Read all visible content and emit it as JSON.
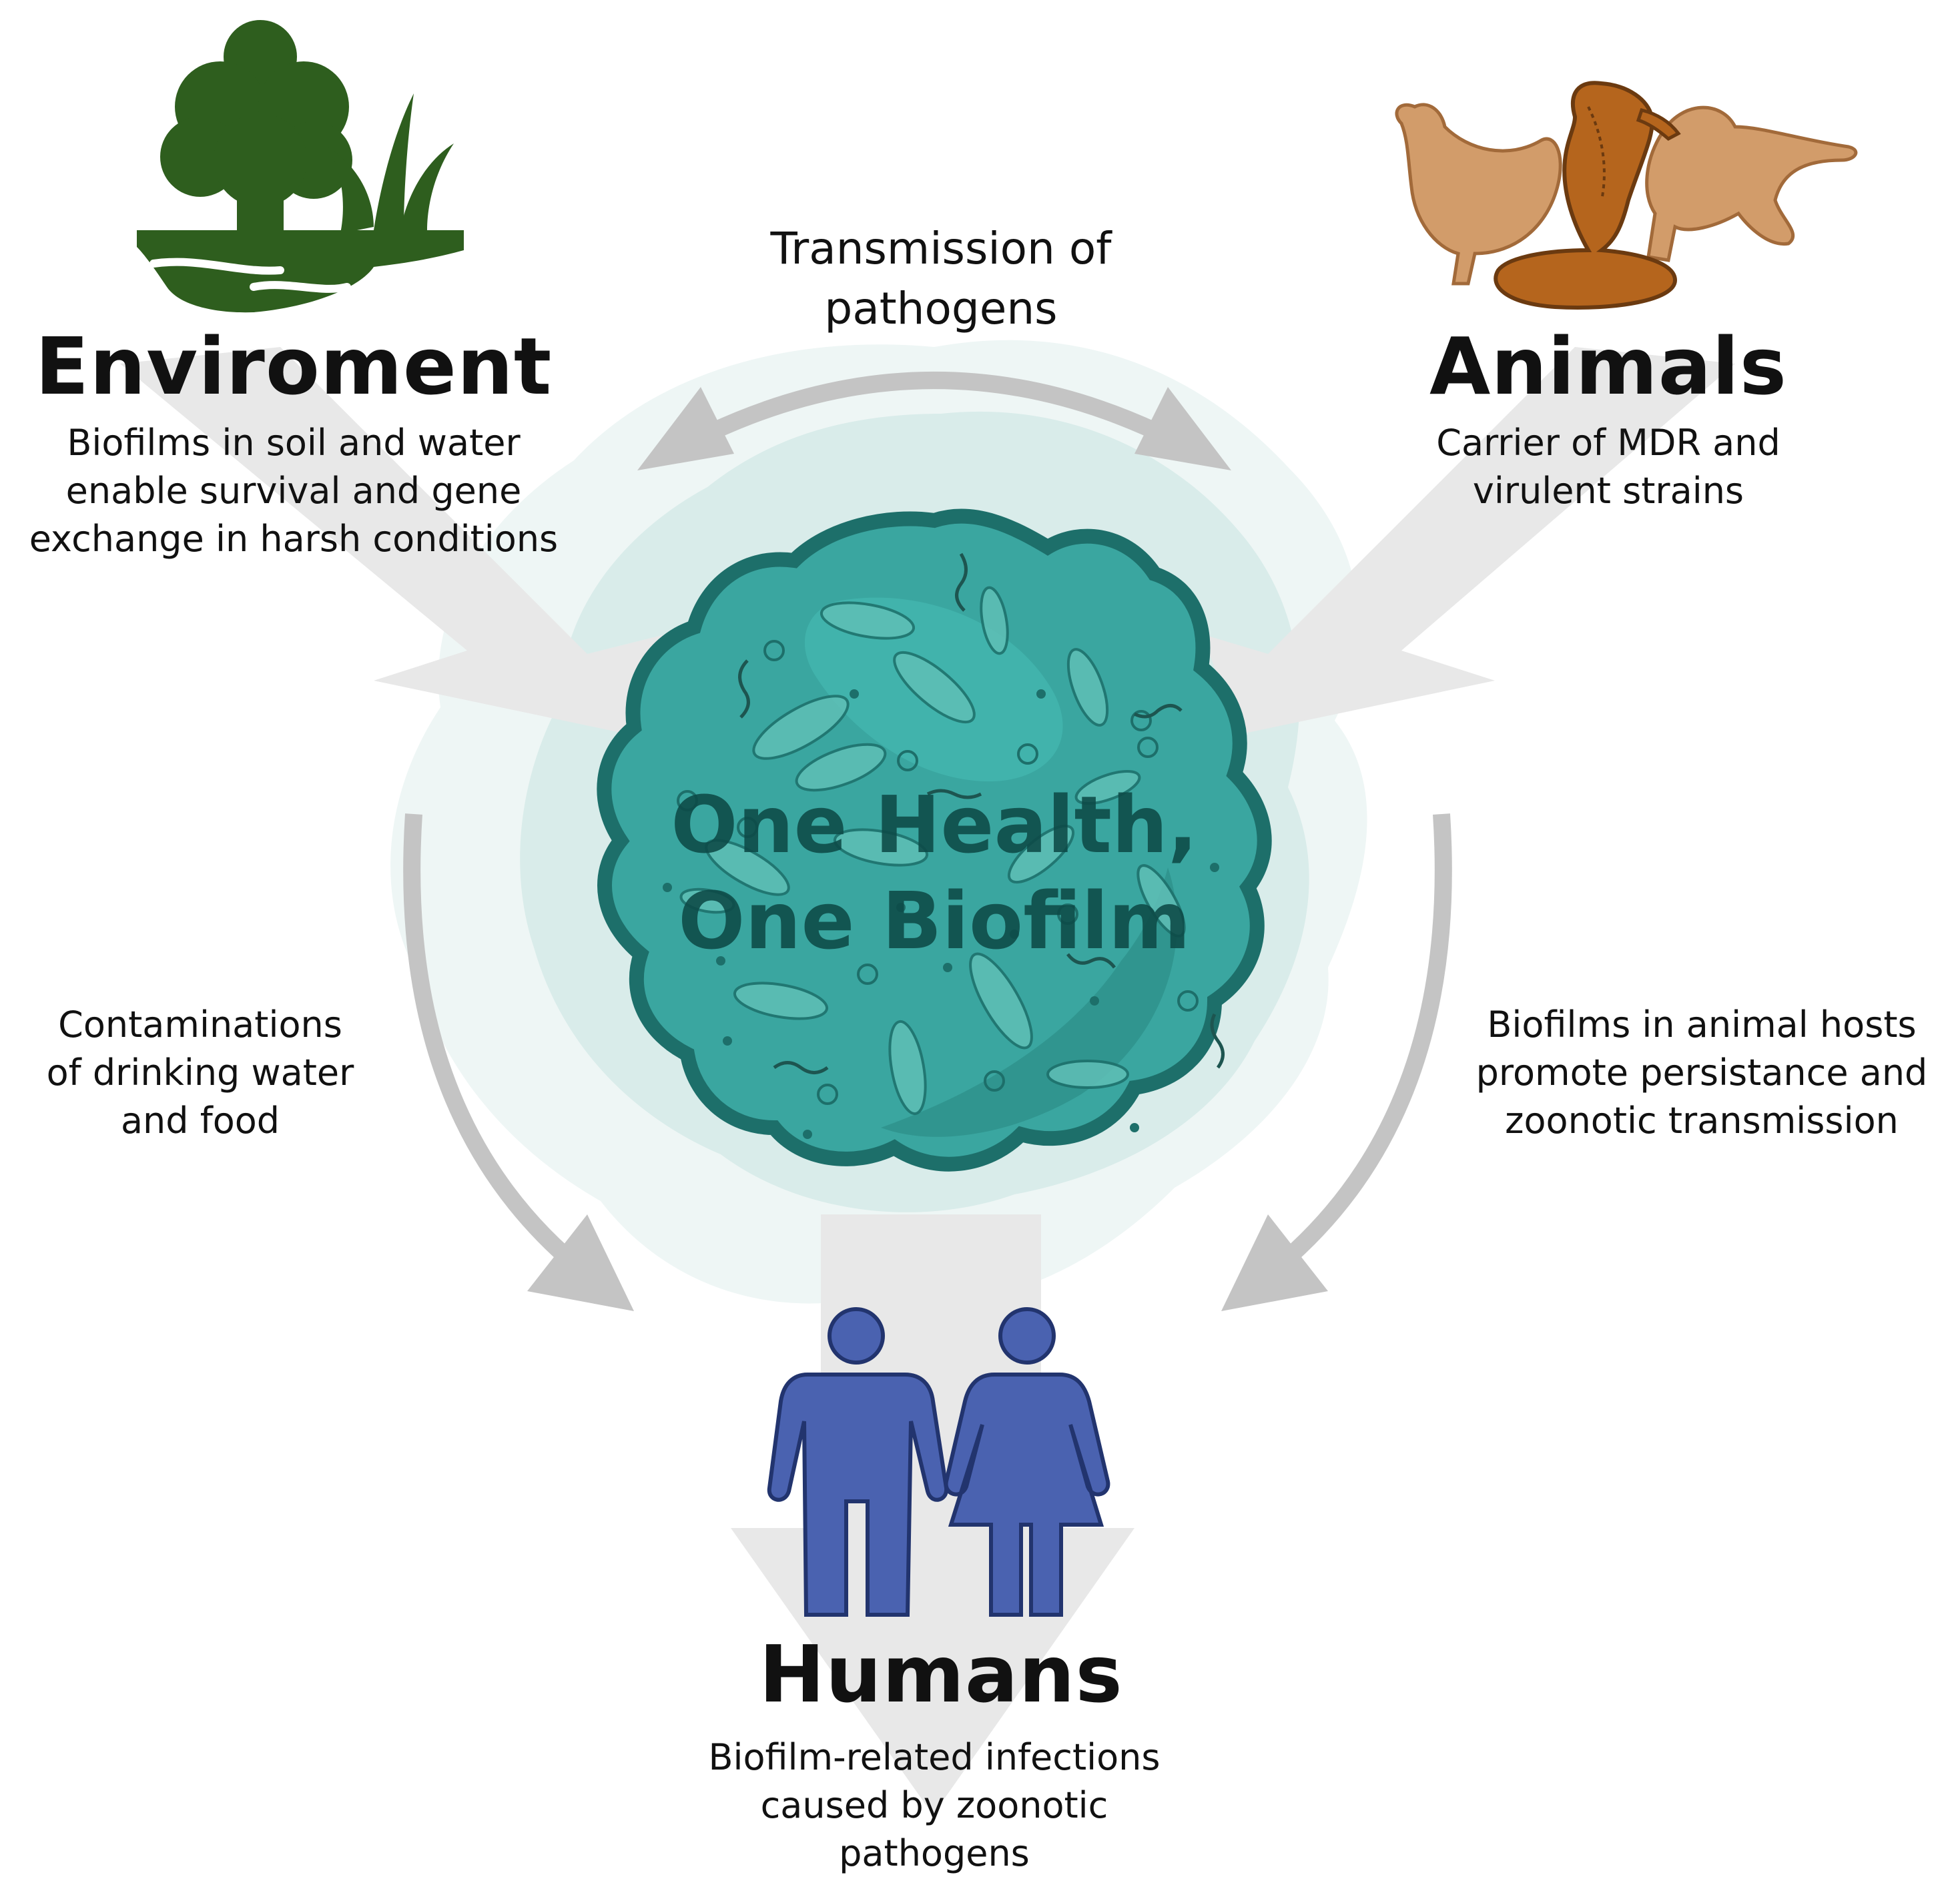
{
  "colors": {
    "arrow_wide": "#e8e8e8",
    "arrow_curved": "#c4c4c4",
    "halo_outer": "#eef6f5",
    "halo_inner": "#d9ecea",
    "biofilm_fill": "#3aa6a0",
    "biofilm_edge": "#1d6f6a",
    "bacteria": "#5fbfb6",
    "environment_green": "#2e5e1e",
    "animal_tan": "#d29c6a",
    "cobra_orange": "#b5651d",
    "human_blue": "#4a62b0"
  },
  "icons": {
    "environment": "tree-grass-soil-icon",
    "animals": "chicken-cobra-dog-icon",
    "humans": "man-woman-icon"
  },
  "center": {
    "line1": "One Health,",
    "line2": "One Biofilm"
  },
  "environment": {
    "title": "Enviroment",
    "lines": [
      "Biofilms in soil and water",
      "enable survival and gene",
      "exchange in harsh conditions"
    ]
  },
  "animals": {
    "title": "Animals",
    "lines": [
      "Carrier of MDR and",
      "virulent strains"
    ]
  },
  "humans": {
    "title": "Humans",
    "lines": [
      "Biofilm-related infections",
      "caused by zoonotic",
      "pathogens"
    ]
  },
  "transmission": {
    "lines": [
      "Transmission of",
      "pathogens"
    ]
  },
  "contamination": {
    "lines": [
      "Contaminations",
      "of drinking water",
      "and food"
    ]
  },
  "animal_hosts": {
    "lines": [
      "Biofilms in animal hosts",
      "promote persistance and",
      "zoonotic transmission"
    ]
  }
}
